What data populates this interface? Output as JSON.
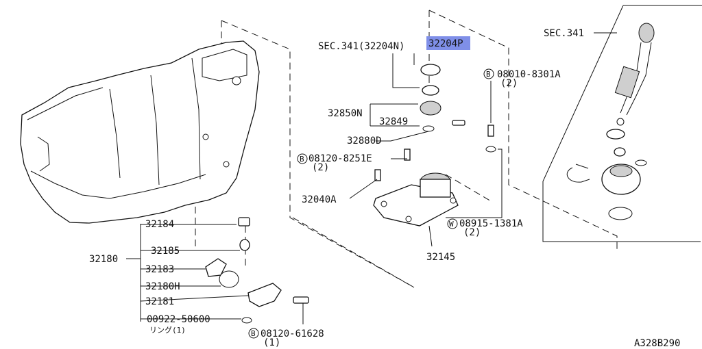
{
  "diagram_id": "A328B290",
  "highlight_color": "#7f8fe8",
  "labels": {
    "sec341_32204n": "SEC.341(32204N)",
    "p32204p": "32204P",
    "sec341": "SEC.341",
    "bolt_08010": "08010-8301A",
    "qty_08010": "(2)",
    "p32850n": "32850N",
    "p32849": "32849",
    "p32880d": "32880D",
    "bolt_08120_8251e": "08120-8251E",
    "qty_08120_8251e": "(2)",
    "p32040a": "32040A",
    "washer_08915": "08915-1381A",
    "qty_08915": "(2)",
    "p32145": "32145",
    "p32184": "32184",
    "p32185": "32185",
    "p32180": "32180",
    "p32183": "32183",
    "p32180h": "32180H",
    "p32181": "32181",
    "p00922": "00922-50600",
    "ring_note": "リング(1)",
    "bolt_08120_61628": "08120-61628",
    "qty_08120_61628": "(1)",
    "b_mark": "B",
    "w_mark": "W"
  }
}
